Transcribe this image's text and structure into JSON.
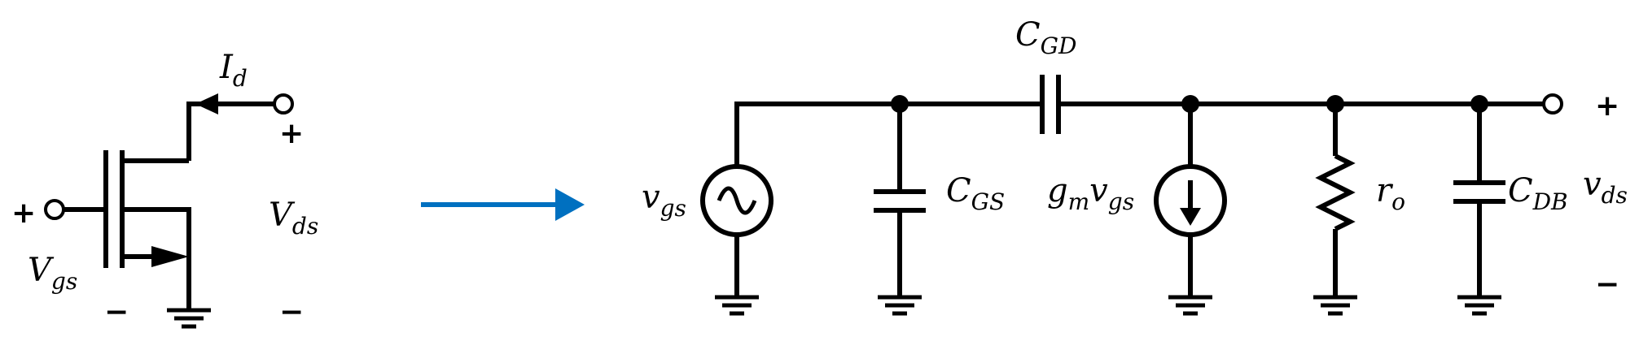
{
  "mosfet": {
    "id_main": "I",
    "id_sub": "d",
    "vgs_main": "V",
    "vgs_sub": "gs",
    "vds_main": "V",
    "vds_sub": "ds",
    "gate_plus": "+",
    "gate_minus": "−",
    "drain_plus": "+",
    "drain_minus": "−"
  },
  "arrow": {
    "color": "#0070C0"
  },
  "model": {
    "cgd_main": "C",
    "cgd_sub": "GD",
    "vgs_src_main": "v",
    "vgs_src_sub": "gs",
    "cgs_main": "C",
    "cgs_sub": "GS",
    "gm_main": "g",
    "gm_sub": "m",
    "gm_v_main": "v",
    "gm_v_sub": "gs",
    "ro_main": "r",
    "ro_sub": "o",
    "cdb_main": "C",
    "cdb_sub": "DB",
    "vds_out_main": "v",
    "vds_out_sub": "ds",
    "out_plus": "+",
    "out_minus": "−"
  }
}
